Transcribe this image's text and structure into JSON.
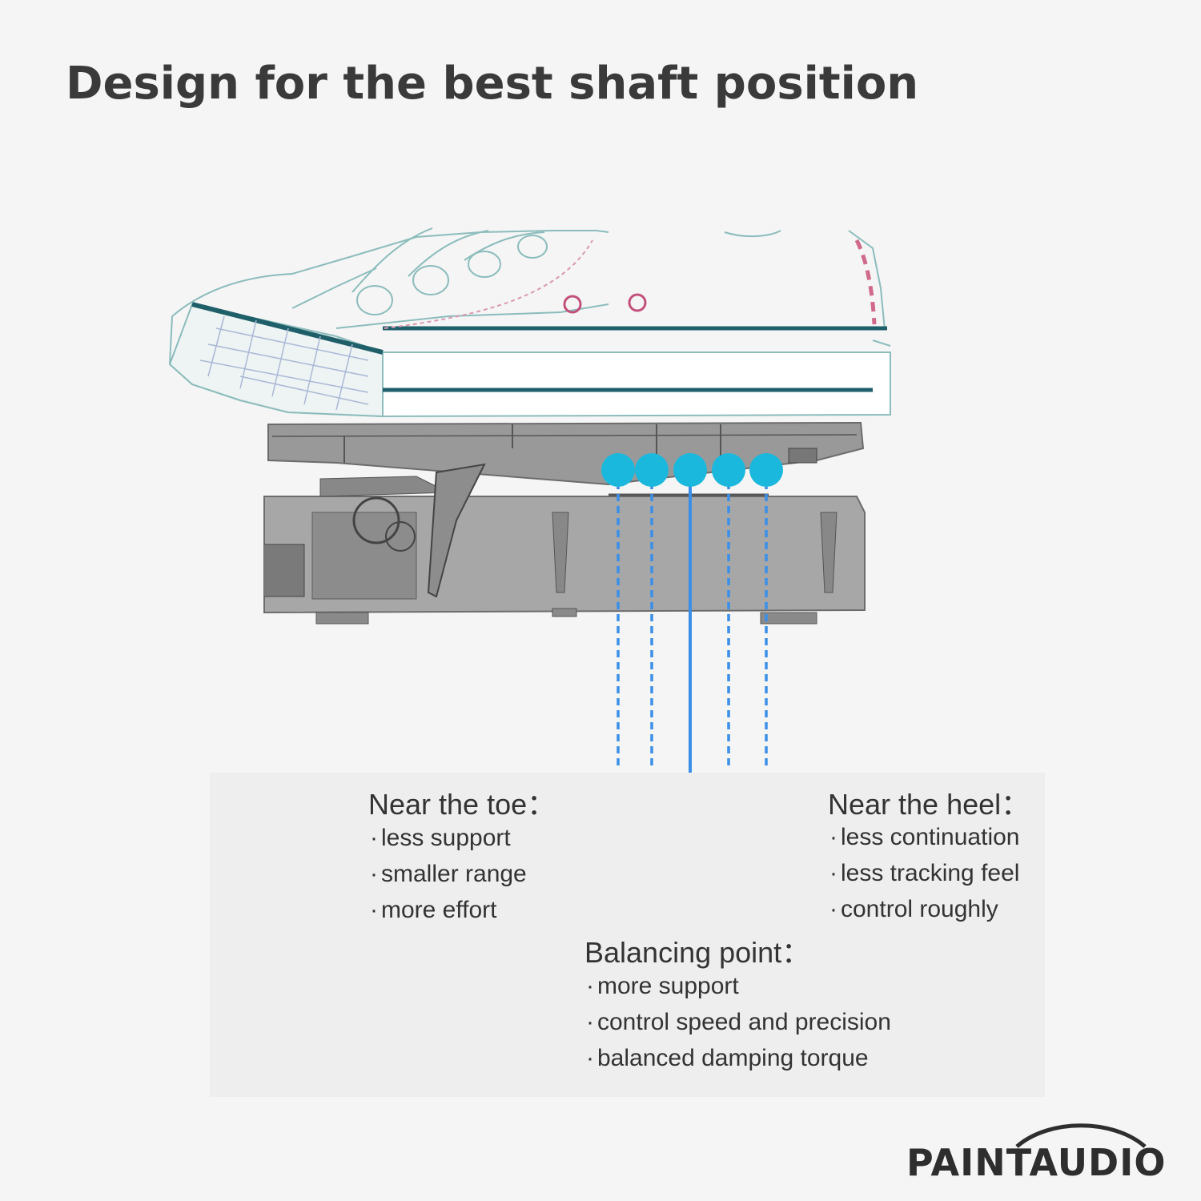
{
  "title": "Design for the best shaft position",
  "toe": {
    "heading": "Near the toe：",
    "points": [
      "less support",
      "smaller range",
      "more effort"
    ]
  },
  "heel": {
    "heading": "Near the heel：",
    "points": [
      "less continuation",
      "less tracking feel",
      "control roughly"
    ]
  },
  "balance": {
    "heading": "Balancing point：",
    "points": [
      "more support",
      "control speed and precision",
      "balanced damping torque"
    ]
  },
  "brand": "PAINTAUDIO",
  "colors": {
    "marker": "#1bb8dd",
    "guide_line": "#3a8fe8",
    "shoe_outline": "#7fb8b8",
    "shoe_stripe": "#1f5f6a",
    "pedal": "#7a7a7a"
  }
}
